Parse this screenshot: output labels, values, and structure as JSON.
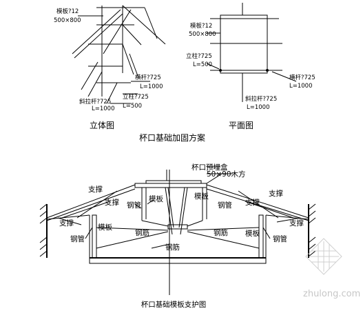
{
  "elevation_view": {
    "label_shoring": "模板?12",
    "label_shoring_size": "500×800",
    "label_crossbar": "横杆?725",
    "label_crossbar_len": "L=1000",
    "label_standing": "立柱?725",
    "label_standing_len": "L=500",
    "label_diagonal": "斜拉杆?725",
    "label_diagonal_len": "L=1000",
    "caption": "立体图"
  },
  "plan_view": {
    "label_shoring": "模板?12",
    "label_shoring_size": "500×800",
    "label_standing": "立柱?725",
    "label_standing_len": "L=500",
    "label_crossbar": "横杆?725",
    "label_crossbar_len": "L=1000",
    "label_diagonal": "斜拉杆?725",
    "label_diagonal_len": "L=1000",
    "caption": "平面图"
  },
  "scheme_title": "杯口基础加固方案",
  "section": {
    "label_box": "杯口预埋盒",
    "label_timber": "50×90木方",
    "label_brace": "支撑",
    "label_steel_tube": "钢管",
    "label_formwork": "模板",
    "label_rebar": "钢筋",
    "caption": "杯口基础模板支护图"
  },
  "watermark": "zhulong.com"
}
